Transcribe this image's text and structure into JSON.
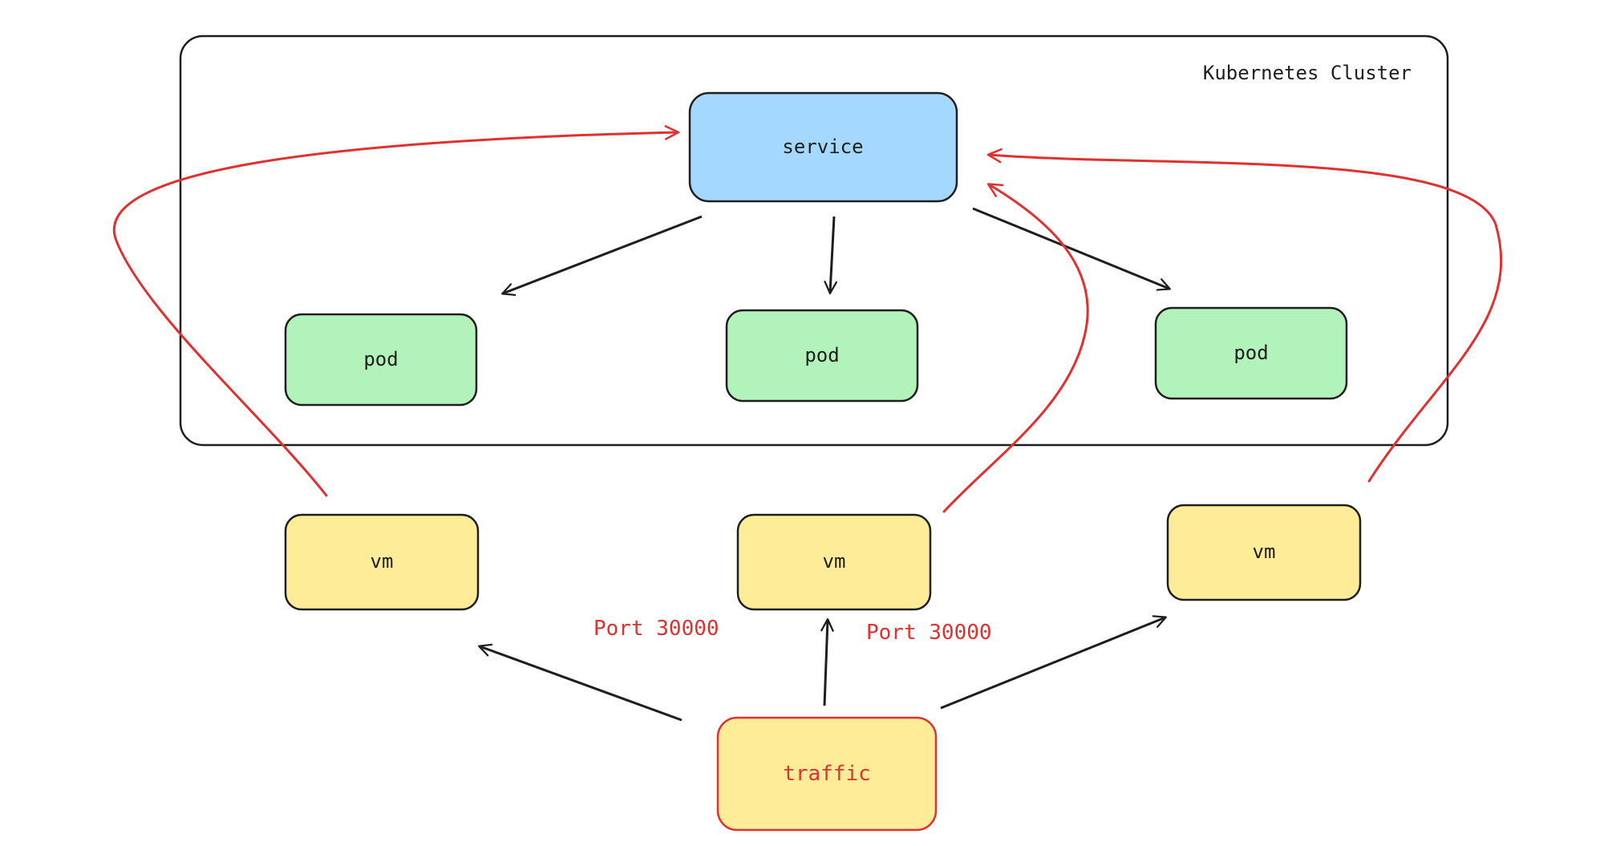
{
  "cluster": {
    "label": "Kubernetes Cluster"
  },
  "service": {
    "label": "service"
  },
  "pods": [
    {
      "label": "pod"
    },
    {
      "label": "pod"
    },
    {
      "label": "pod"
    }
  ],
  "vms": [
    {
      "label": "vm"
    },
    {
      "label": "vm"
    },
    {
      "label": "vm"
    }
  ],
  "traffic": {
    "label": "traffic"
  },
  "port_labels": [
    "Port 30000",
    "Port 30000"
  ],
  "colors": {
    "service_fill": "#a5d8ff",
    "pod_fill": "#b2f2bb",
    "vm_fill": "#ffec99",
    "traffic_fill": "#ffec99",
    "stroke": "#1e1e1e",
    "red": "#e03131"
  }
}
